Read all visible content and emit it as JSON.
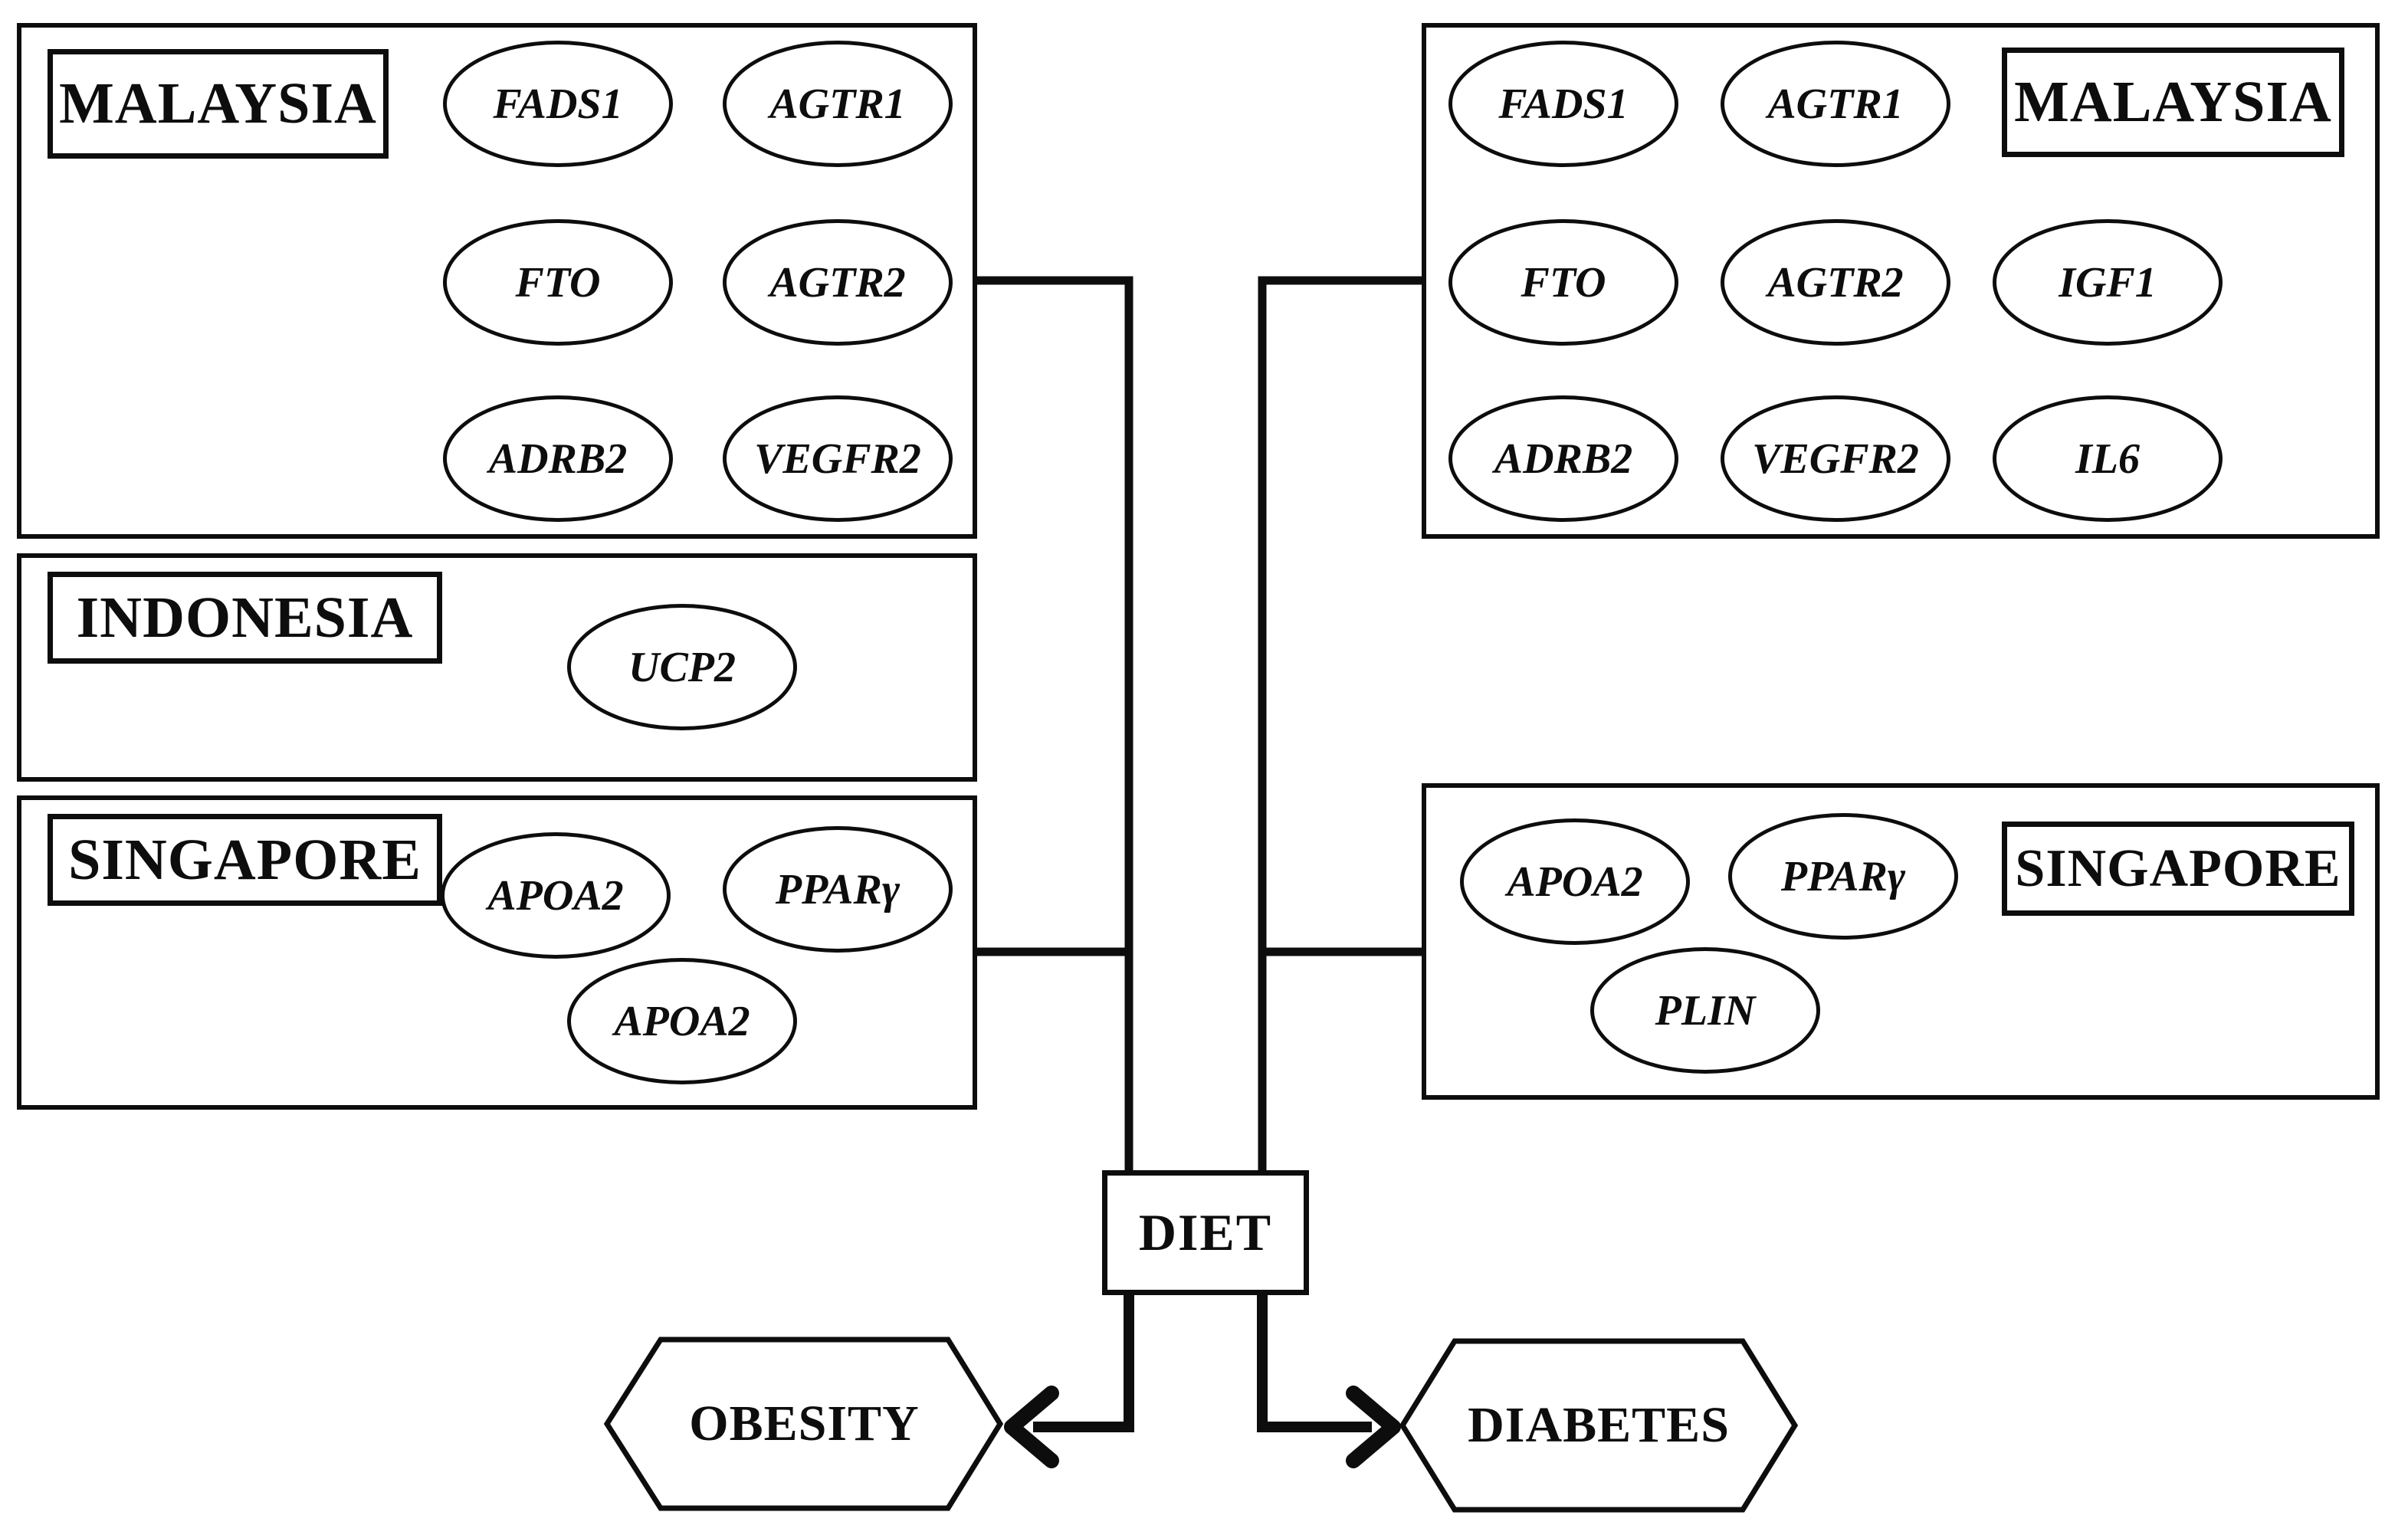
{
  "canvas": {
    "background": "#ffffff",
    "line_color": "#0d0d0d"
  },
  "panels": {
    "left_malaysia": {
      "label": "MALAYSIA",
      "genes": [
        "FADS1",
        "AGTR1",
        "FTO",
        "AGTR2",
        "ADRB2",
        "VEGFR2"
      ]
    },
    "left_indonesia": {
      "label": "INDONESIA",
      "genes": [
        "UCP2"
      ]
    },
    "left_singapore": {
      "label": "SINGAPORE",
      "genes": [
        "APOA2",
        "PPARγ",
        "APOA2"
      ]
    },
    "right_malaysia": {
      "label": "MALAYSIA",
      "genes": [
        "FADS1",
        "AGTR1",
        "FTO",
        "AGTR2",
        "IGF1",
        "ADRB2",
        "VEGFR2",
        "IL6"
      ]
    },
    "right_singapore": {
      "label": "SINGAPORE",
      "genes": [
        "APOA2",
        "PPARγ",
        "PLIN"
      ]
    }
  },
  "center": {
    "diet_label": "DIET",
    "obesity_label": "OBESITY",
    "diabetes_label": "DIABETES"
  }
}
